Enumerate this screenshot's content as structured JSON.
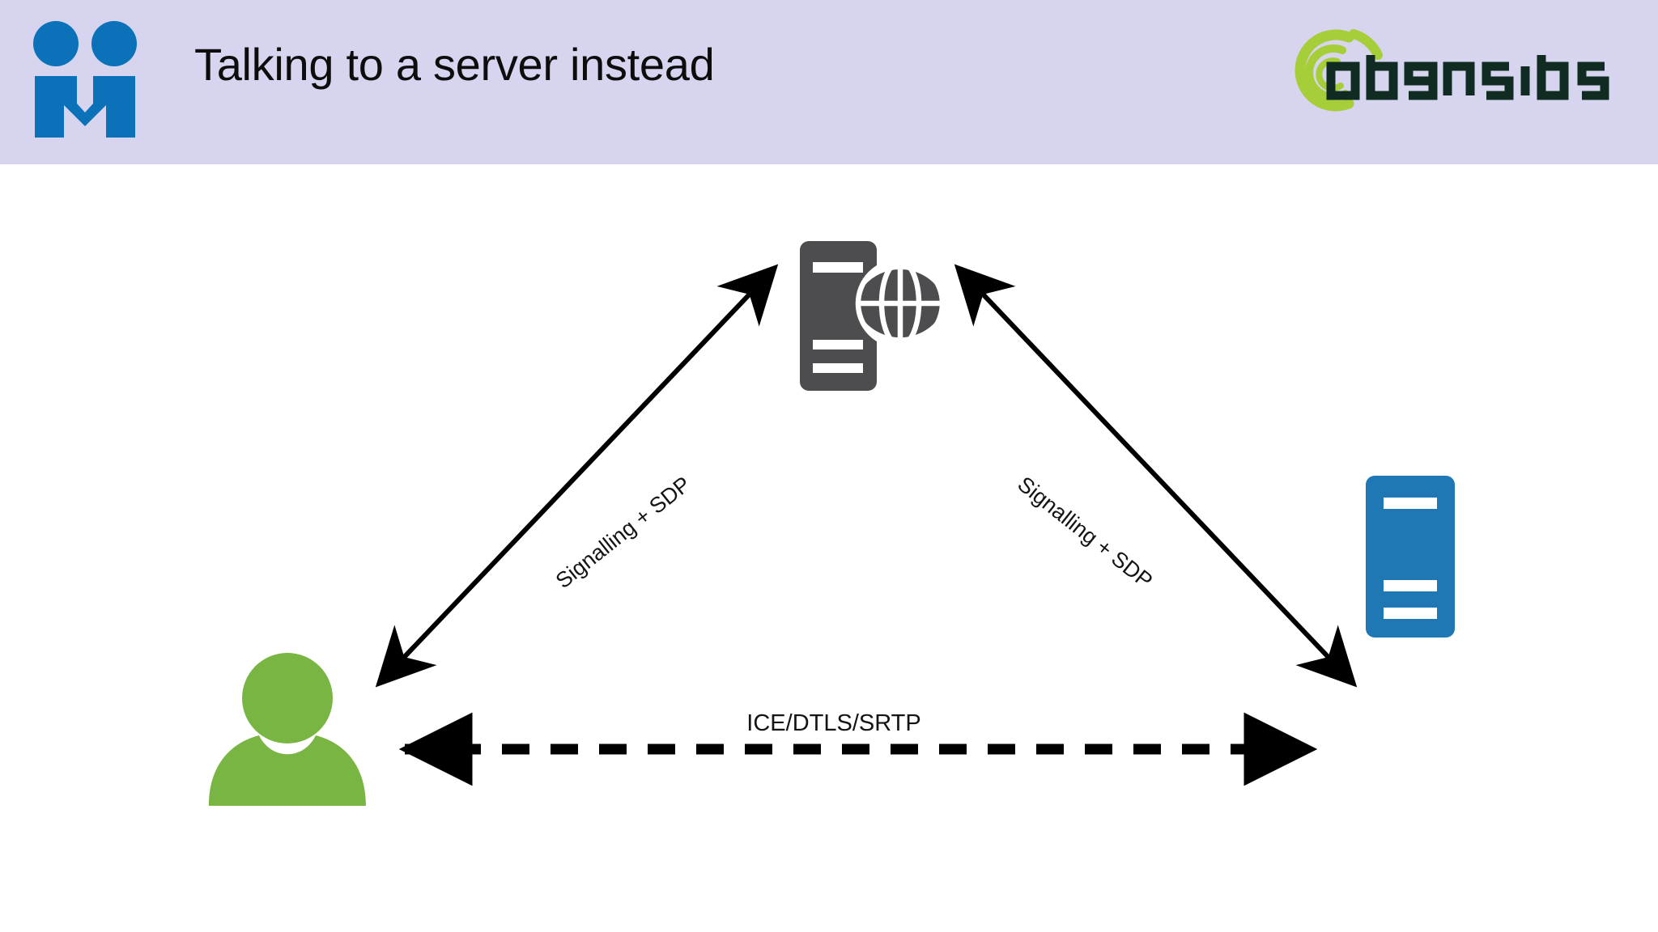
{
  "slide": {
    "title": "Talking to a server instead",
    "header_background": "#d6d4ef",
    "body_background": "#ffffff"
  },
  "brand": {
    "left_logo_name": "meeting-people-m-logo",
    "left_logo_color": "#0b72b9",
    "right_logo_text": "opensips",
    "right_logo_wordmark_color": "#0f2b22",
    "right_logo_swirl_color": "#a6ce39"
  },
  "diagram": {
    "type": "network-topology",
    "nodes": [
      {
        "id": "client-user",
        "label": "",
        "icon": "person-icon",
        "color": "#79b543",
        "position": "bottom-left"
      },
      {
        "id": "signalling-server",
        "label": "",
        "icon": "server-globe-icon",
        "color": "#4d4d4f",
        "position": "top-center"
      },
      {
        "id": "media-server",
        "label": "",
        "icon": "server-icon",
        "color": "#1f77b4",
        "position": "bottom-right"
      }
    ],
    "edges": [
      {
        "id": "edge-client-to-signalling",
        "label": "Signalling + SDP",
        "from": "client-user",
        "to": "signalling-server",
        "style": "solid",
        "arrows": "both",
        "color": "#000000"
      },
      {
        "id": "edge-media-to-signalling",
        "label": "Signalling + SDP",
        "from": "media-server",
        "to": "signalling-server",
        "style": "solid",
        "arrows": "both",
        "color": "#000000"
      },
      {
        "id": "edge-client-to-media",
        "label": "ICE/DTLS/SRTP",
        "from": "client-user",
        "to": "media-server",
        "style": "dashed",
        "arrows": "both",
        "color": "#000000"
      }
    ]
  }
}
